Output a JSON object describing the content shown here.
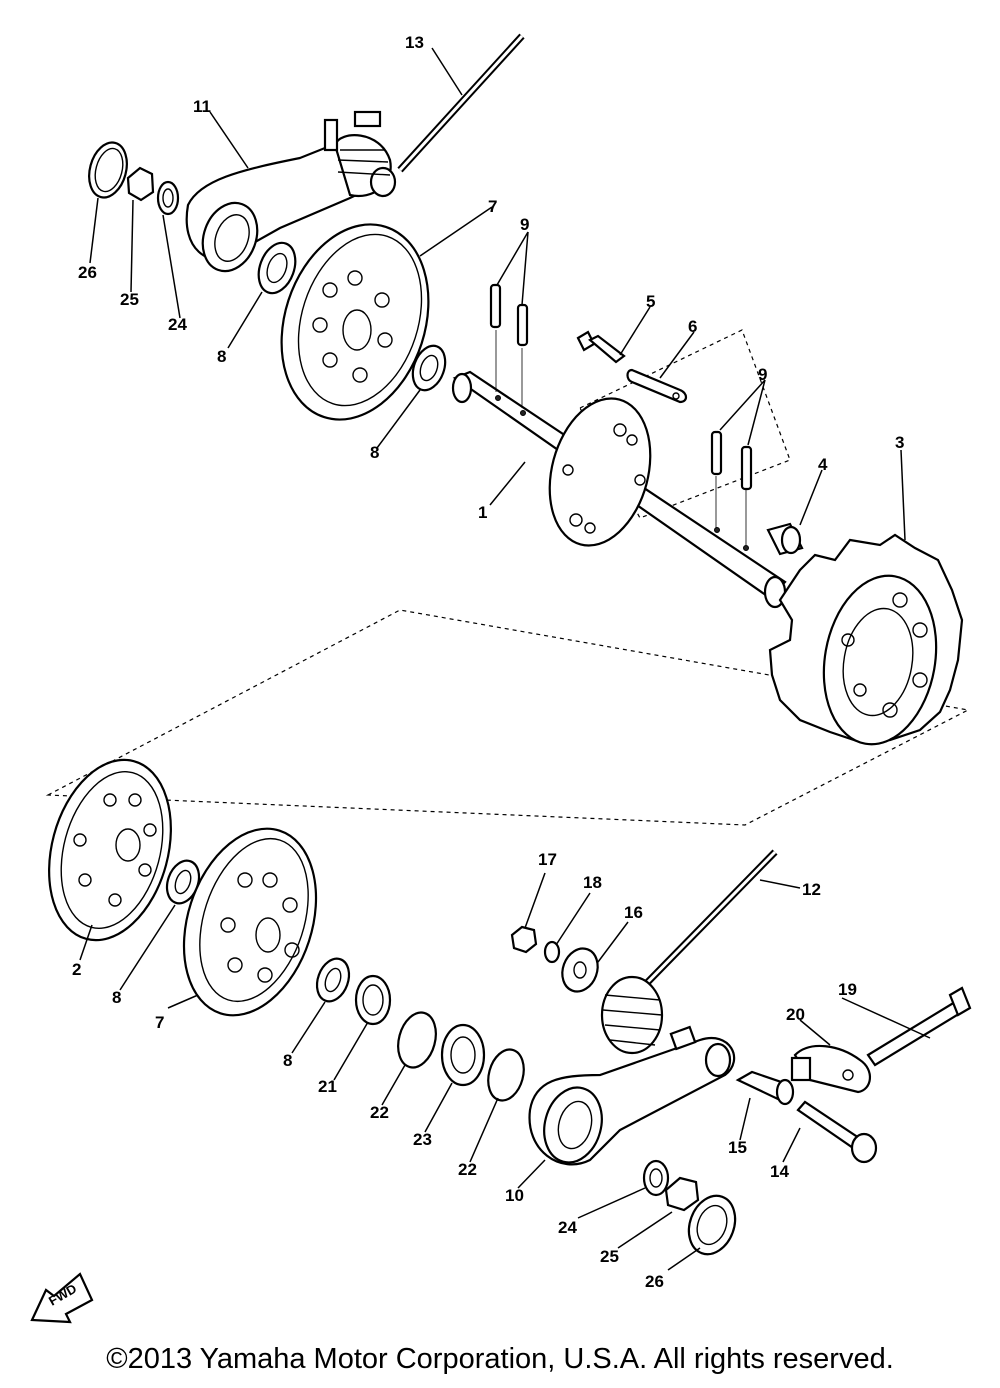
{
  "callouts": {
    "c1": "1",
    "c2": "2",
    "c3": "3",
    "c4": "4",
    "c5": "5",
    "c6": "6",
    "c7a": "7",
    "c7b": "7",
    "c8a": "8",
    "c8b": "8",
    "c8c": "8",
    "c8d": "8",
    "c9a": "9",
    "c9b": "9",
    "c10": "10",
    "c11": "11",
    "c12": "12",
    "c13": "13",
    "c14": "14",
    "c15": "15",
    "c16": "16",
    "c17": "17",
    "c18": "18",
    "c19": "19",
    "c20": "20",
    "c21": "21",
    "c22a": "22",
    "c22b": "22",
    "c23": "23",
    "c24a": "24",
    "c24b": "24",
    "c25a": "25",
    "c25b": "25",
    "c26a": "26",
    "c26b": "26"
  },
  "fwd_label": "FWD",
  "copyright": "©2013 Yamaha Motor Corporation, U.S.A. All rights reserved."
}
